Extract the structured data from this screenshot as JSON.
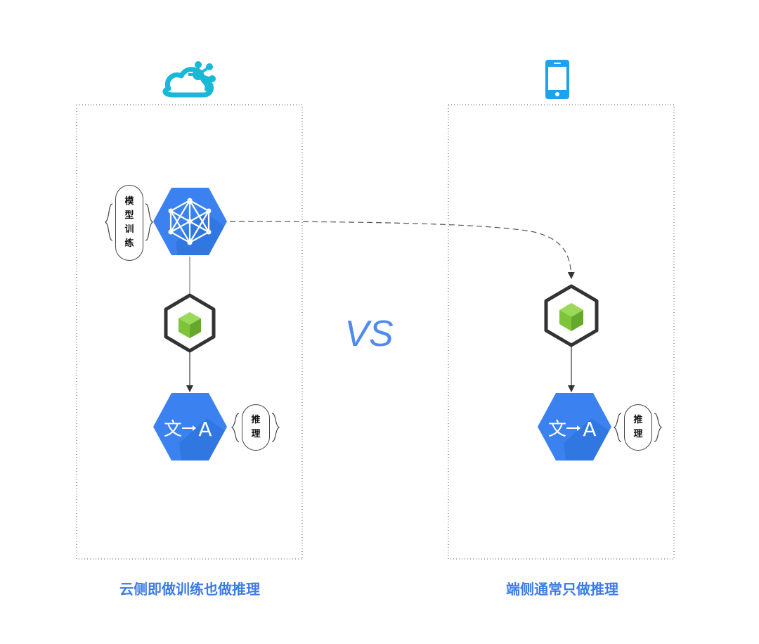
{
  "panels": {
    "cloud": {
      "caption": "云侧即做训练也做推理",
      "icon": "cloud-network-icon",
      "train_label": [
        "模",
        "型",
        "训",
        "练"
      ],
      "infer_label": [
        "推",
        "理"
      ]
    },
    "device": {
      "caption": "端侧通常只做推理",
      "icon": "mobile-phone-icon",
      "infer_label": [
        "推",
        "理"
      ]
    }
  },
  "vs_label": "VS",
  "translate_icon": {
    "source_char": "文",
    "target_char": "A"
  },
  "colors": {
    "hex_blue": "#3b82f0",
    "hex_blue_shadow": "#2a6fd6",
    "cube_green": "#7dc43a",
    "caption_blue": "#3d7be8",
    "cloud_cyan": "#19b8d6",
    "phone_blue": "#1ea1ef"
  }
}
